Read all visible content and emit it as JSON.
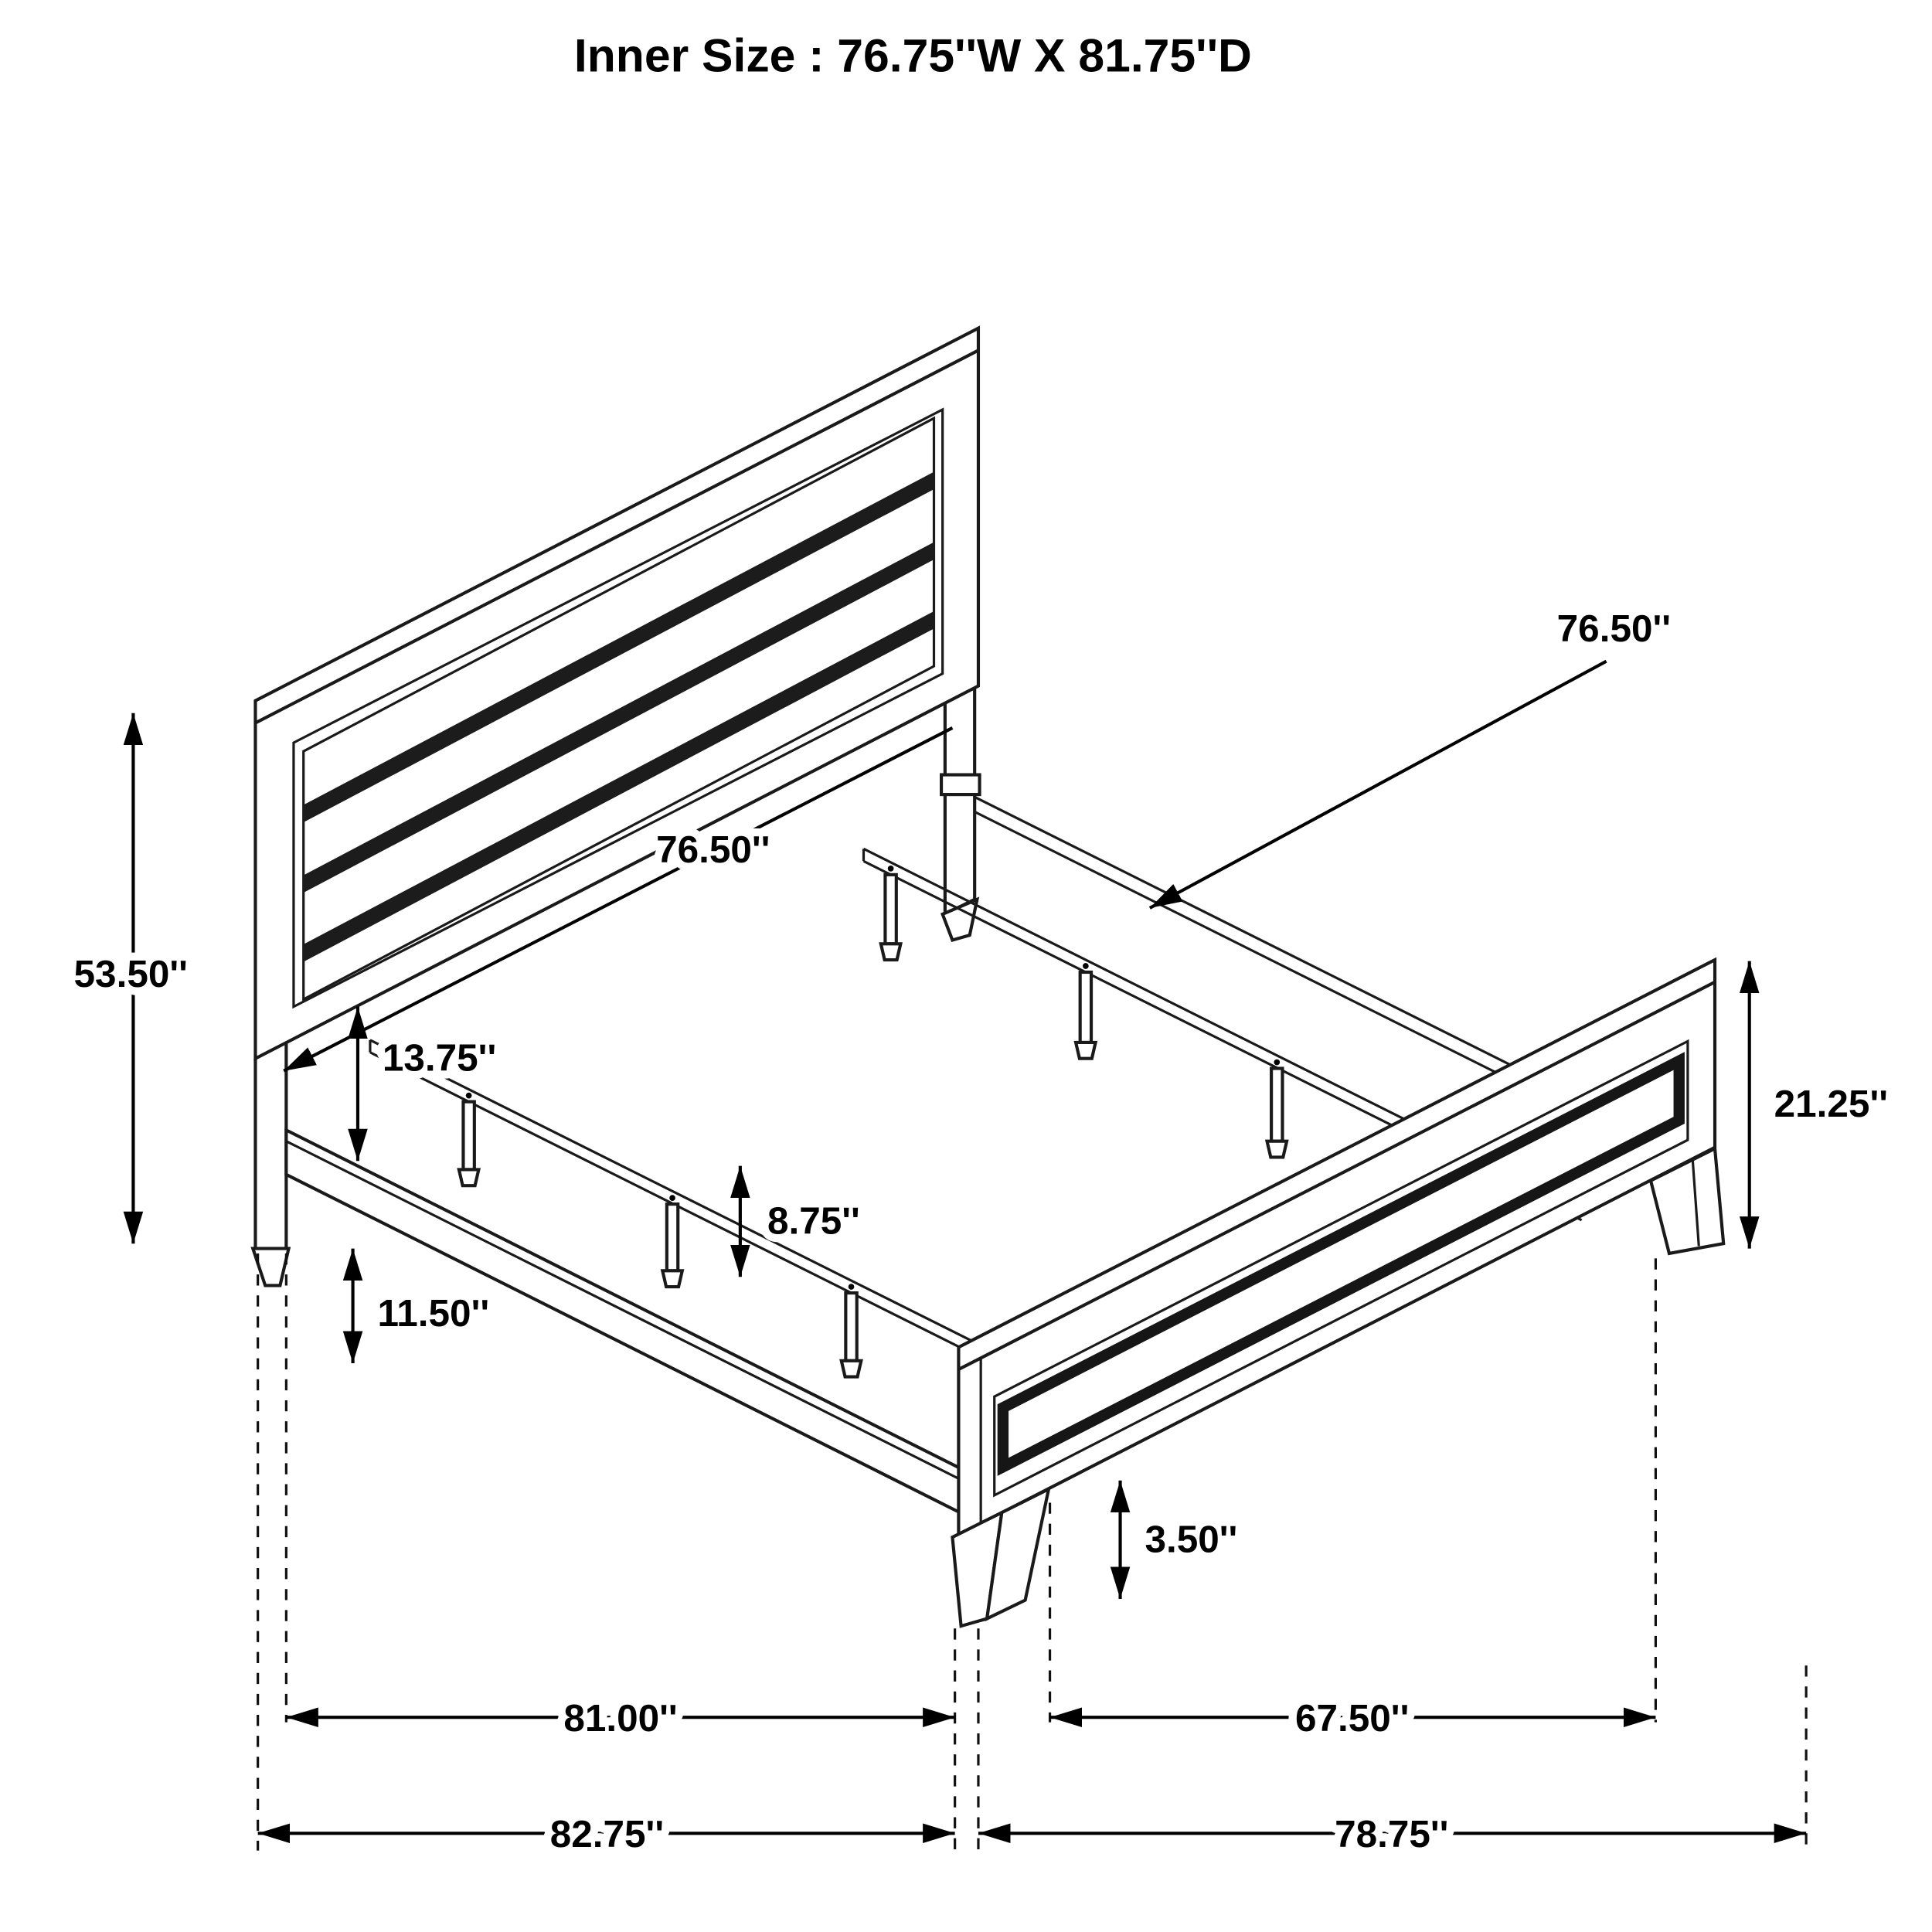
{
  "title": "Inner Size : 76.75''W X 81.75''D",
  "labels": {
    "center_rail_length": "76.50''",
    "headboard_rail_length": "76.50''",
    "headboard_height": "53.50''",
    "headboard_panel_to_rail": "13.75''",
    "rail_height_from_floor": "11.50''",
    "support_leg_height": "8.75''",
    "footboard_height": "21.25''",
    "foot_height": "3.50''",
    "side_rail_length": "81.00''",
    "footboard_inner_span": "67.50''",
    "overall_depth": "82.75''",
    "overall_width": "78.75''"
  }
}
